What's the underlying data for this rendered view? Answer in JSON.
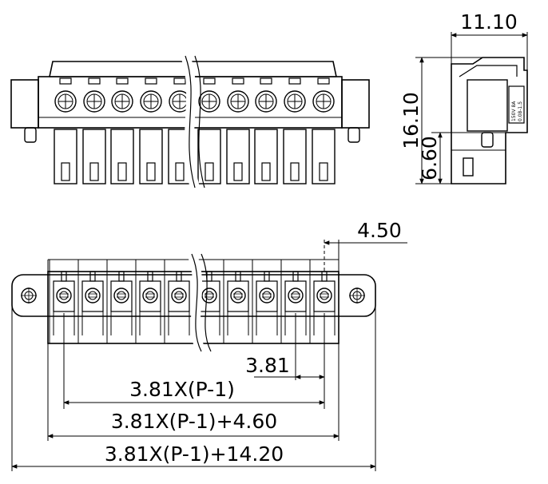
{
  "dimensions": {
    "side_width": "11.10",
    "side_height": "16.10",
    "side_pin": "6.60",
    "edge_offset": "4.50",
    "pitch": "3.81",
    "span_pins": "3.81X(P-1)",
    "span_body": "3.81X(P-1)+4.60",
    "span_overall": "3.81X(P-1)+14.20"
  },
  "side_label": {
    "line1": "150V 8A",
    "line2": "0.08-1.5"
  }
}
